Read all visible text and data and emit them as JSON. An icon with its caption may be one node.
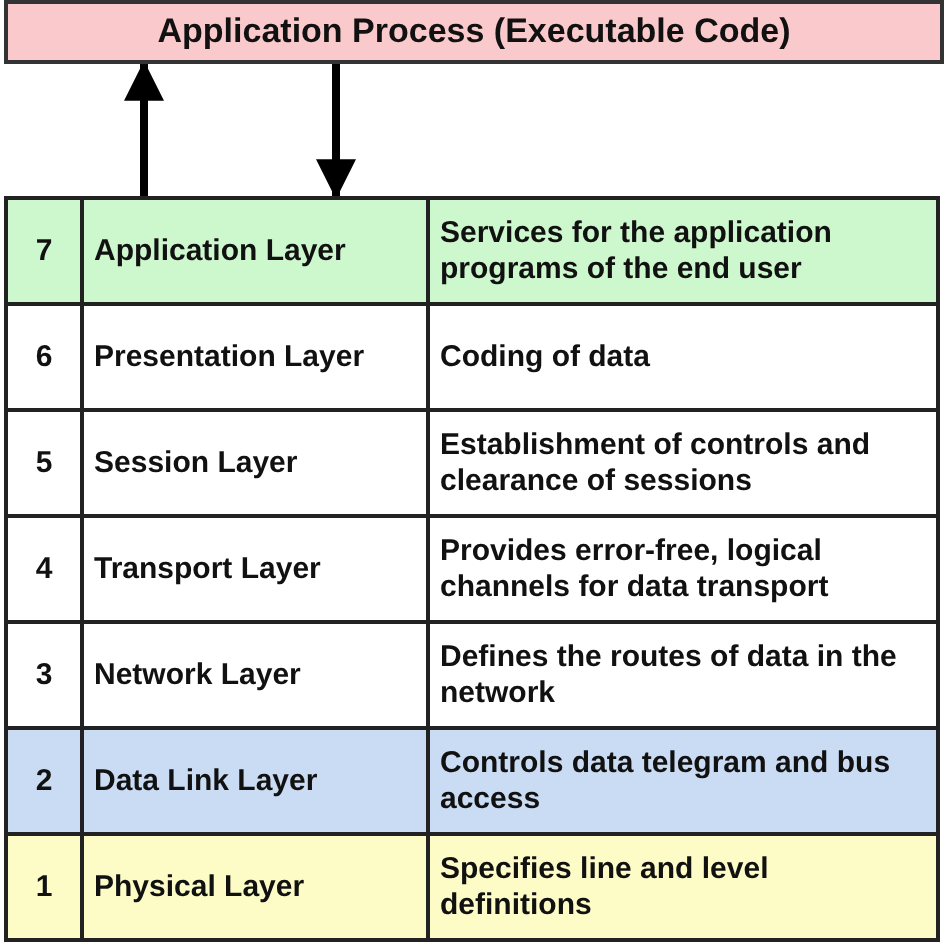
{
  "diagram": {
    "nodes": [
      {
        "text": [
          "Application Process (Executable Code)"
        ]
      },
      {
        "text": [
          "7",
          "Application Layer",
          "Services for the application programs of the end user"
        ]
      },
      {
        "text": [
          "6",
          "Presentation Layer",
          "Coding of data"
        ]
      },
      {
        "text": [
          "5",
          "Session Layer",
          "Establishment of controls and clearance of sessions"
        ]
      },
      {
        "text": [
          "4",
          "Transport Layer",
          "Provides error-free, logical channels for data transport"
        ]
      },
      {
        "text": [
          "3",
          "Network Layer",
          "Defines the routes of data in the network"
        ]
      },
      {
        "text": [
          "2",
          "Data Link Layer",
          "Controls data telegram and bus access"
        ]
      },
      {
        "text": [
          "1",
          "Physical Layer",
          "Specifies line and level definitions"
        ]
      }
    ],
    "edges": [
      {
        "from": 1,
        "to": 0,
        "arrow": "to"
      },
      {
        "from": 0,
        "to": 1,
        "arrow": "to"
      }
    ]
  }
}
